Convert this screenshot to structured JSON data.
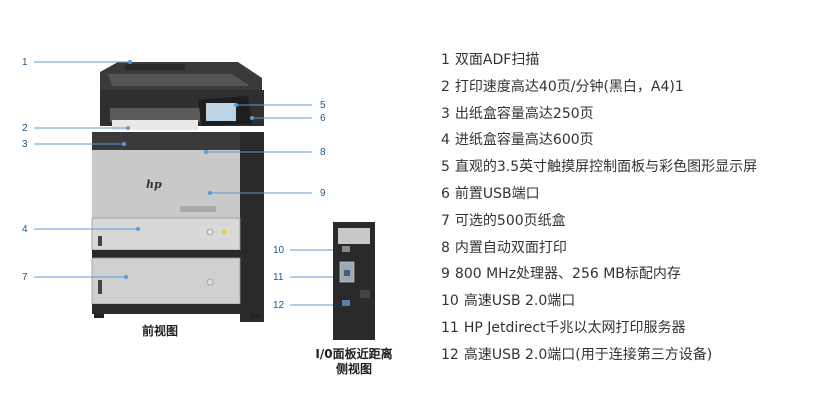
{
  "front_view": {
    "caption": "前视图",
    "callouts": [
      "1",
      "2",
      "3",
      "4",
      "5",
      "6",
      "7",
      "8",
      "9"
    ]
  },
  "io_view": {
    "caption_line1": "I/0面板近距离",
    "caption_line2": "侧视图",
    "callouts": [
      "10",
      "11",
      "12"
    ]
  },
  "brand_logo": "hp",
  "features": [
    {
      "num": "1",
      "text": "双面ADF扫描"
    },
    {
      "num": "2",
      "text": "打印速度高达40页/分钟(黑白，A4)1"
    },
    {
      "num": "3",
      "text": "出纸盒容量高达250页"
    },
    {
      "num": "4",
      "text": "进纸盒容量高达600页"
    },
    {
      "num": "5",
      "text": "直观的3.5英寸触摸屏控制面板与彩色图形显示屏"
    },
    {
      "num": "6",
      "text": "前置USB端口"
    },
    {
      "num": "7",
      "text": "可选的500页纸盒"
    },
    {
      "num": "8",
      "text": "内置自动双面打印"
    },
    {
      "num": "9",
      "text": "800 MHz处理器、256 MB标配内存"
    },
    {
      "num": "10",
      "text": "高速USB 2.0端口"
    },
    {
      "num": "11",
      "text": "HP Jetdirect千兆以太网打印服务器"
    },
    {
      "num": "12",
      "text": "高速USB 2.0端口(用于连接第三方设备)"
    }
  ],
  "colors": {
    "callout": "#1a5a8a",
    "leader": "#5b9bd5",
    "text": "#333333"
  }
}
